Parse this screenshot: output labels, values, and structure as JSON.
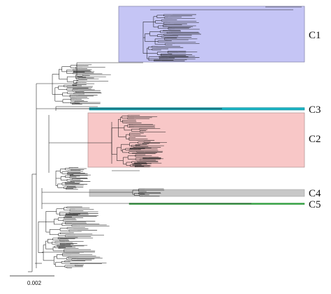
{
  "figure": {
    "scale_bar_label": "0.002",
    "clades": [
      {
        "id": "C1",
        "label": "C1",
        "fill": "#c5c5f5",
        "stroke": "#8080a8"
      },
      {
        "id": "C3",
        "label": "C3",
        "fill": "#1ab4c4",
        "stroke": "#0e7f8c"
      },
      {
        "id": "C2",
        "label": "C2",
        "fill": "#f8c7c7",
        "stroke": "#b09090"
      },
      {
        "id": "C4",
        "label": "C4",
        "fill": "#c8c8c8",
        "stroke": "#999999"
      },
      {
        "id": "C5",
        "label": "C5",
        "fill": "#33aa44",
        "stroke": "#1f7a2a"
      }
    ],
    "branch_color": "#1a1a1a"
  }
}
